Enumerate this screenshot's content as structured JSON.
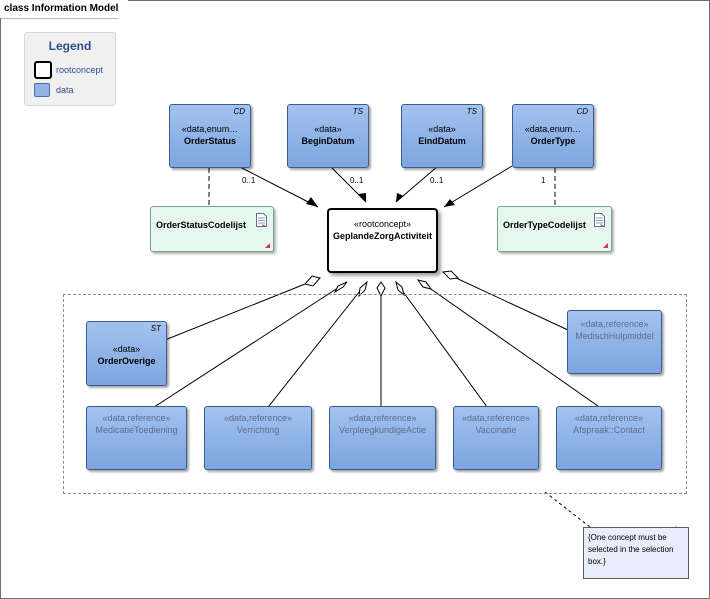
{
  "frame": {
    "title": "class Information Model"
  },
  "legend": {
    "title": "Legend",
    "items": [
      {
        "label": "rootconcept"
      },
      {
        "label": "data"
      }
    ]
  },
  "classes": {
    "order_status": {
      "stereotype": "«data,enum…",
      "name": "OrderStatus",
      "tag": "CD"
    },
    "begin_datum": {
      "stereotype": "«data»",
      "name": "BeginDatum",
      "tag": "TS"
    },
    "eind_datum": {
      "stereotype": "«data»",
      "name": "EindDatum",
      "tag": "TS"
    },
    "order_type": {
      "stereotype": "«data,enum…",
      "name": "OrderType",
      "tag": "CD"
    },
    "order_status_codelijst": {
      "name": "OrderStatusCodelijst"
    },
    "order_type_codelijst": {
      "name": "OrderTypeCodelijst"
    },
    "root": {
      "stereotype": "«rootconcept»",
      "name": "GeplandeZorgActiviteit"
    },
    "order_overige": {
      "stereotype": "«data»",
      "name": "OrderOverige",
      "tag": "ST"
    },
    "medisch_hulpmiddel": {
      "stereotype": "«data,reference»",
      "name": "MedischHulpmiddel"
    },
    "medicatie_toediening": {
      "stereotype": "«data,reference»",
      "name": "MedicatieToediening"
    },
    "verrichting": {
      "stereotype": "«data,reference»",
      "name": "Verrichting"
    },
    "verpleegkundige_actie": {
      "stereotype": "«data,reference»",
      "name": "VerpleegkundigeActie"
    },
    "vaccinatie": {
      "stereotype": "«data,reference»",
      "name": "Vaccinatie"
    },
    "afspraak_contact": {
      "stereotype": "«data,reference»",
      "name": "Afspraak::Contact"
    }
  },
  "multiplicities": {
    "order_status": "0..1",
    "begin_datum": "0..1",
    "eind_datum": "0..1",
    "order_type": "1"
  },
  "note": {
    "text": "{One concept must be selected in the selection box.}"
  },
  "colors": {
    "data_fill": "#93b4e3",
    "data_border": "#3a5c96",
    "codelist_fill": "#e6f7ef",
    "note_fill": "#e9ecfa",
    "legend_title": "#2d4f88"
  }
}
